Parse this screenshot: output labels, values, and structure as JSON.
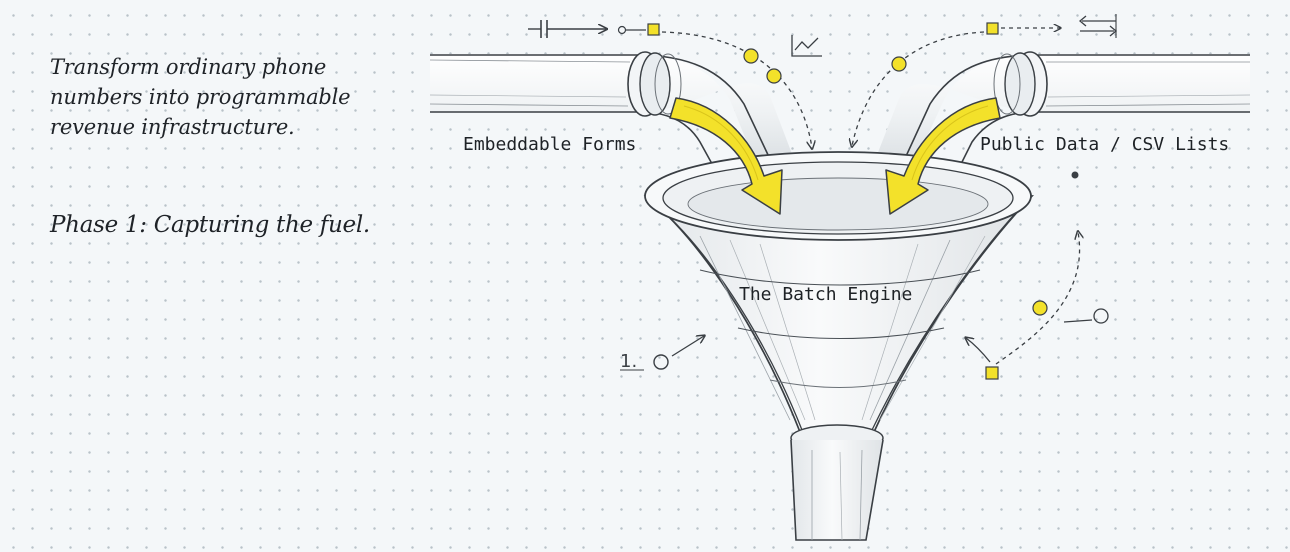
{
  "headline": "Transform ordinary phone numbers into programmable revenue infrastructure.",
  "phase": "Phase 1: Capturing the fuel.",
  "diagram": {
    "left_source_label": "Embeddable Forms",
    "right_source_label": "Public Data / CSV Lists",
    "funnel_label": "The Batch Engine",
    "step_marker": "1."
  },
  "colors": {
    "background": "#f4f7f9",
    "dot_grid": "#b9c2c9",
    "sketch_line": "#3a3f44",
    "accent_yellow": "#f3e12a",
    "text": "#1f2328"
  },
  "icons": [
    "resistor-icon",
    "trend-chart-icon",
    "swap-arrows-icon",
    "magnifier-icon"
  ]
}
